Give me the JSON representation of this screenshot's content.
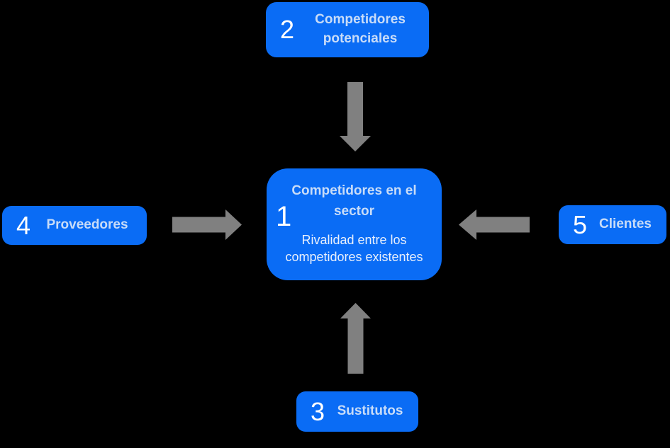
{
  "colors": {
    "background": "#000000",
    "box_fill": "#0a6cf5",
    "number_text": "#ffffff",
    "label_text": "#c8dcf8",
    "body_text": "#e9f0fc",
    "arrow": "#808080"
  },
  "nodes": {
    "center": {
      "number": "1",
      "title": "Competidores en el sector",
      "subtitle": "Rivalidad entre los competidores existentes"
    },
    "top": {
      "number": "2",
      "label": "Competidores potenciales"
    },
    "bottom": {
      "number": "3",
      "label": "Sustitutos"
    },
    "left": {
      "number": "4",
      "label": "Proveedores"
    },
    "right": {
      "number": "5",
      "label": "Clientes"
    }
  }
}
